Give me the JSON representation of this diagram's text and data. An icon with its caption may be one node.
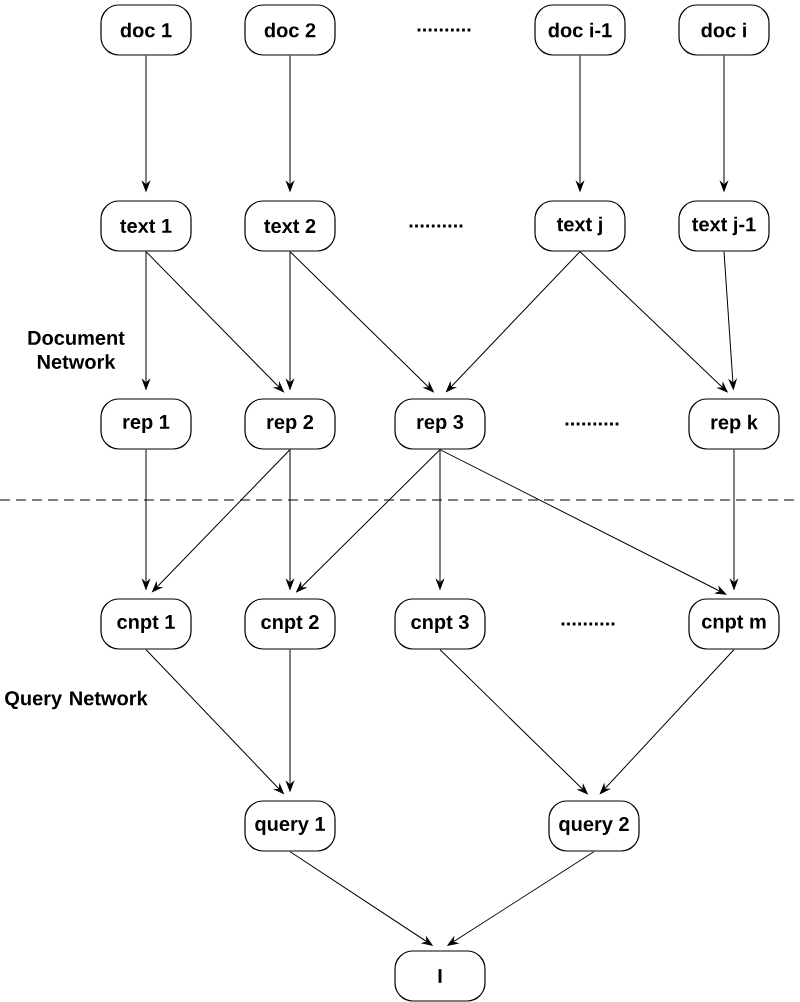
{
  "diagram": {
    "nodes": [
      {
        "text": [
          "doc  1"
        ]
      },
      {
        "text": [
          "doc  2"
        ]
      },
      {
        "text": [
          "doc i-1"
        ]
      },
      {
        "text": [
          "doc  i"
        ]
      },
      {
        "text": [
          "text  1"
        ]
      },
      {
        "text": [
          "text  2"
        ]
      },
      {
        "text": [
          "text  j"
        ]
      },
      {
        "text": [
          "text j-1"
        ]
      },
      {
        "text": [
          "rep 1"
        ]
      },
      {
        "text": [
          "rep 2"
        ]
      },
      {
        "text": [
          "rep 3"
        ]
      },
      {
        "text": [
          "rep k"
        ]
      },
      {
        "text": [
          "cnpt 1"
        ]
      },
      {
        "text": [
          "cnpt 2"
        ]
      },
      {
        "text": [
          "cnpt 3"
        ]
      },
      {
        "text": [
          "cnpt m"
        ]
      },
      {
        "text": [
          "query 1"
        ]
      },
      {
        "text": [
          "query 2"
        ]
      },
      {
        "text": [
          "I"
        ]
      }
    ],
    "edges": [
      {
        "from": 0,
        "to": 4,
        "arrow": "to"
      },
      {
        "from": 1,
        "to": 5,
        "arrow": "to"
      },
      {
        "from": 2,
        "to": 6,
        "arrow": "to"
      },
      {
        "from": 3,
        "to": 7,
        "arrow": "to"
      },
      {
        "from": 4,
        "to": 8,
        "arrow": "to"
      },
      {
        "from": 4,
        "to": 9,
        "arrow": "to"
      },
      {
        "from": 5,
        "to": 9,
        "arrow": "to"
      },
      {
        "from": 5,
        "to": 10,
        "arrow": "to"
      },
      {
        "from": 6,
        "to": 10,
        "arrow": "to"
      },
      {
        "from": 6,
        "to": 11,
        "arrow": "to"
      },
      {
        "from": 7,
        "to": 11,
        "arrow": "to"
      },
      {
        "from": 8,
        "to": 12,
        "arrow": "to"
      },
      {
        "from": 9,
        "to": 12,
        "arrow": "to"
      },
      {
        "from": 9,
        "to": 13,
        "arrow": "to"
      },
      {
        "from": 10,
        "to": 13,
        "arrow": "to"
      },
      {
        "from": 10,
        "to": 14,
        "arrow": "to"
      },
      {
        "from": 10,
        "to": 15,
        "arrow": "to"
      },
      {
        "from": 11,
        "to": 15,
        "arrow": "to"
      },
      {
        "from": 12,
        "to": 16,
        "arrow": "to"
      },
      {
        "from": 13,
        "to": 16,
        "arrow": "to"
      },
      {
        "from": 14,
        "to": 17,
        "arrow": "to"
      },
      {
        "from": 15,
        "to": 17,
        "arrow": "to"
      },
      {
        "from": 16,
        "to": 18,
        "arrow": "to"
      },
      {
        "from": 17,
        "to": 18,
        "arrow": "to"
      }
    ],
    "labels": [
      "..........",
      "..........",
      "Document Network",
      "..........",
      "..........",
      "Query Network"
    ]
  }
}
